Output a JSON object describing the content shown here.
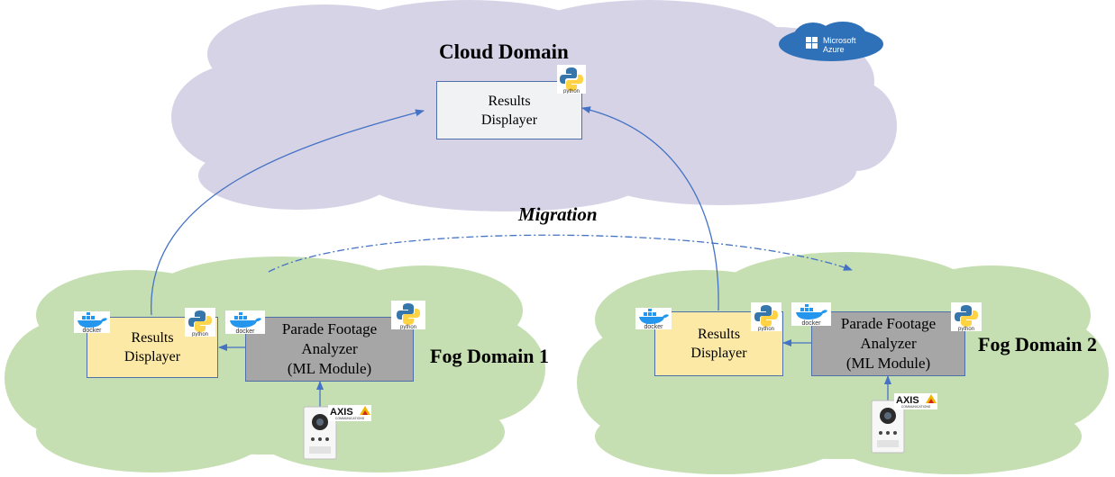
{
  "cloud": {
    "title": "Cloud Domain",
    "box_line1": "Results",
    "box_line2": "Displayer"
  },
  "azure": {
    "line1": "Microsoft",
    "line2": "Azure"
  },
  "migration_label": "Migration",
  "fog1": {
    "title": "Fog Domain 1",
    "results_line1": "Results",
    "results_line2": "Displayer",
    "analyzer_line1": "Parade Footage",
    "analyzer_line2": "Analyzer",
    "analyzer_line3": "(ML Module)"
  },
  "fog2": {
    "title": "Fog Domain 2",
    "results_line1": "Results",
    "results_line2": "Displayer",
    "analyzer_line1": "Parade Footage",
    "analyzer_line2": "Analyzer",
    "analyzer_line3": "(ML Module)"
  },
  "logos": {
    "docker": "docker",
    "python": "python",
    "axis": "AXIS",
    "axis_sub": "COMMUNICATIONS"
  },
  "colors": {
    "cloud": "#d6d3e6",
    "fog": "#c5dfb2",
    "arrow": "#4472c4",
    "box_yellow": "#fde9a6",
    "box_gray": "#a6a6a6",
    "azure": "#2f71b8"
  }
}
